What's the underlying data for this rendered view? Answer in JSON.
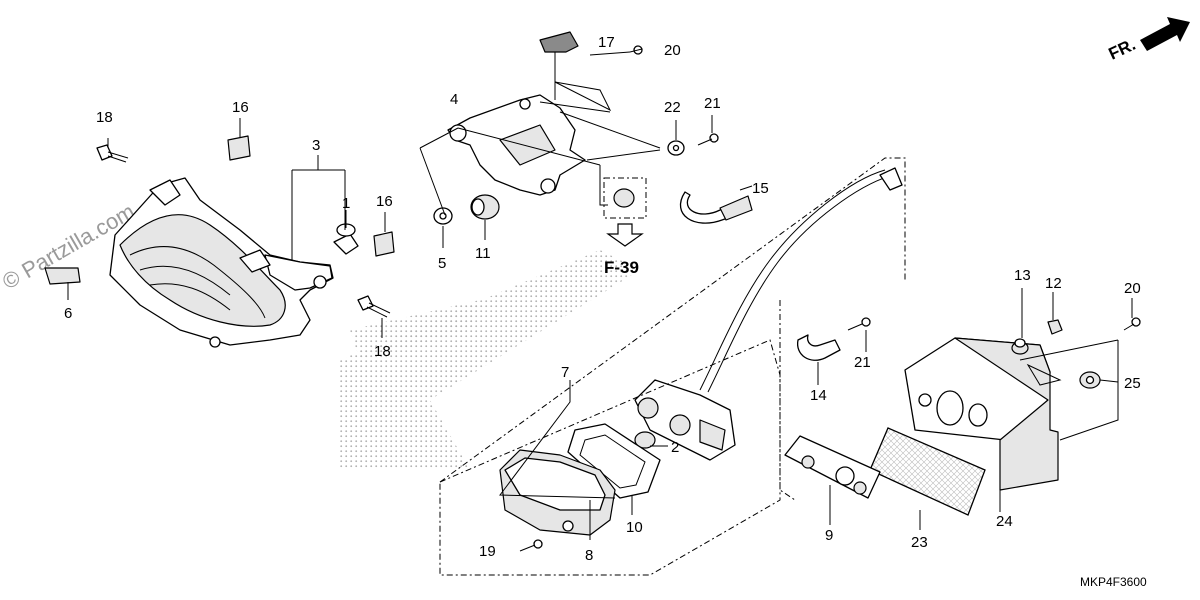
{
  "diagram": {
    "code": "MKP4F3600",
    "front_label": "FR.",
    "ref_label": "F-39",
    "watermark": "© Partzilla.com"
  },
  "callouts": [
    "1",
    "2",
    "3",
    "4",
    "5",
    "6",
    "7",
    "8",
    "9",
    "10",
    "11",
    "12",
    "13",
    "14",
    "15",
    "16",
    "16",
    "17",
    "18",
    "18",
    "19",
    "20",
    "20",
    "21",
    "21",
    "22",
    "23",
    "24",
    "25"
  ],
  "colors": {
    "ink": "#000000",
    "stipple": "#b0b0b0",
    "watermark": "#9a9a9a"
  }
}
